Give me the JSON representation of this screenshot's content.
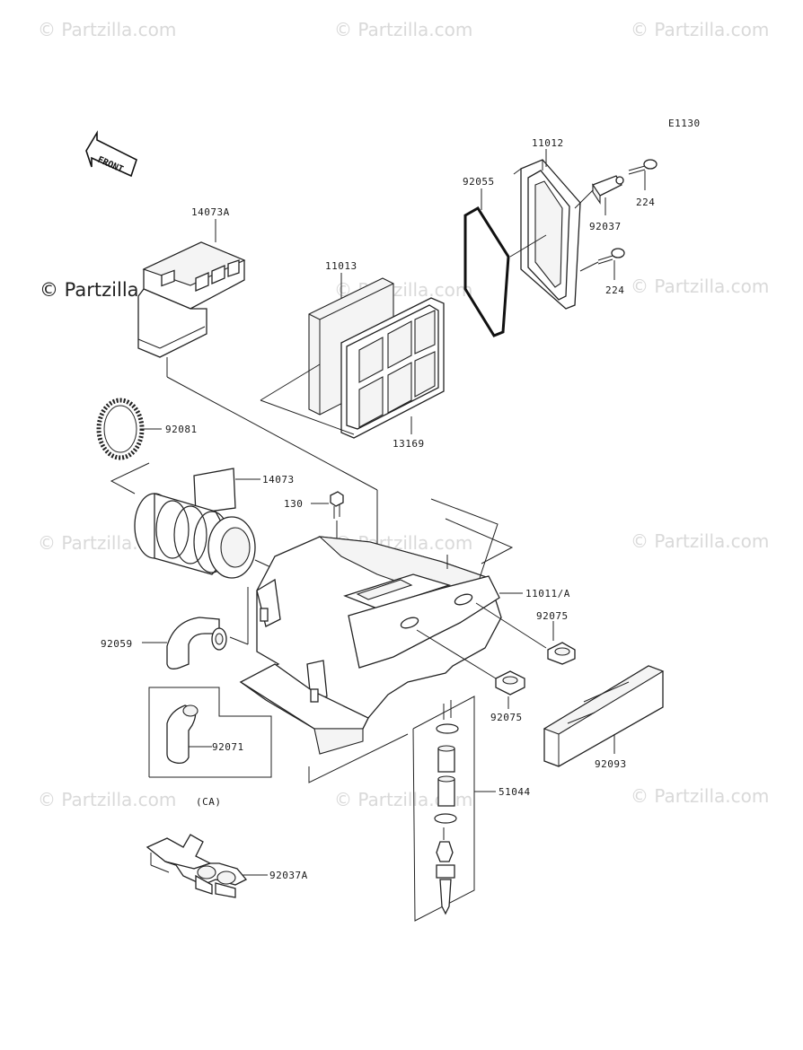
{
  "watermark": {
    "text": "© Partzilla.com",
    "text_dark": "© Partzilla.com",
    "color": "#d9d9d9"
  },
  "diagram": {
    "code": "E1130",
    "front_label": "FRONT",
    "parts": {
      "p11012": "11012",
      "p92055": "92055",
      "p224a": "224",
      "p92037": "92037",
      "p224b": "224",
      "p14073A": "14073A",
      "p11013": "11013",
      "p13169": "13169",
      "p92081": "92081",
      "p14073": "14073",
      "p130": "130",
      "p11011A": "11011/A",
      "p92075a": "92075",
      "p92059": "92059",
      "p92075b": "92075",
      "p92071": "92071",
      "pCA": "(CA)",
      "p92093": "92093",
      "p51044": "51044",
      "p92037A": "92037A"
    }
  }
}
